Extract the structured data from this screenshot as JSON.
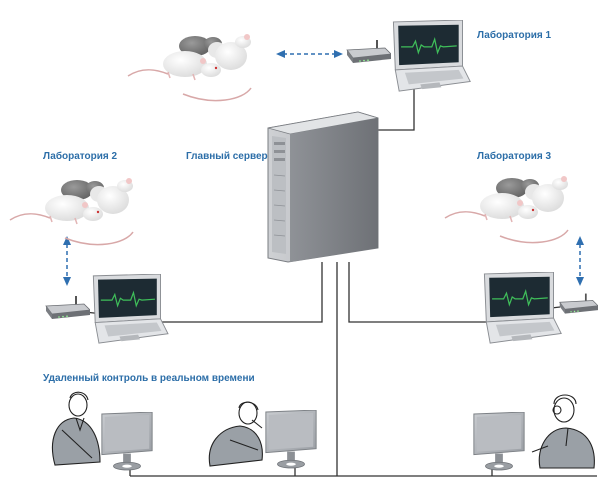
{
  "labels": {
    "lab1": "Лаборатория 1",
    "lab2": "Лаборатория 2",
    "lab3": "Лаборатория 3",
    "server": "Главный сервер",
    "remote": "Удаленный контроль в реальном времени"
  },
  "colors": {
    "label": "#2c6ea8",
    "link": "#2f6fb0",
    "cable": "#333333",
    "ecg": "#3fbf5a",
    "screen": "#1d2b33"
  },
  "icons": [
    "rat-group-icon",
    "laptop-icon",
    "router-icon",
    "tower-server-icon",
    "monitor-icon",
    "person-icon"
  ]
}
